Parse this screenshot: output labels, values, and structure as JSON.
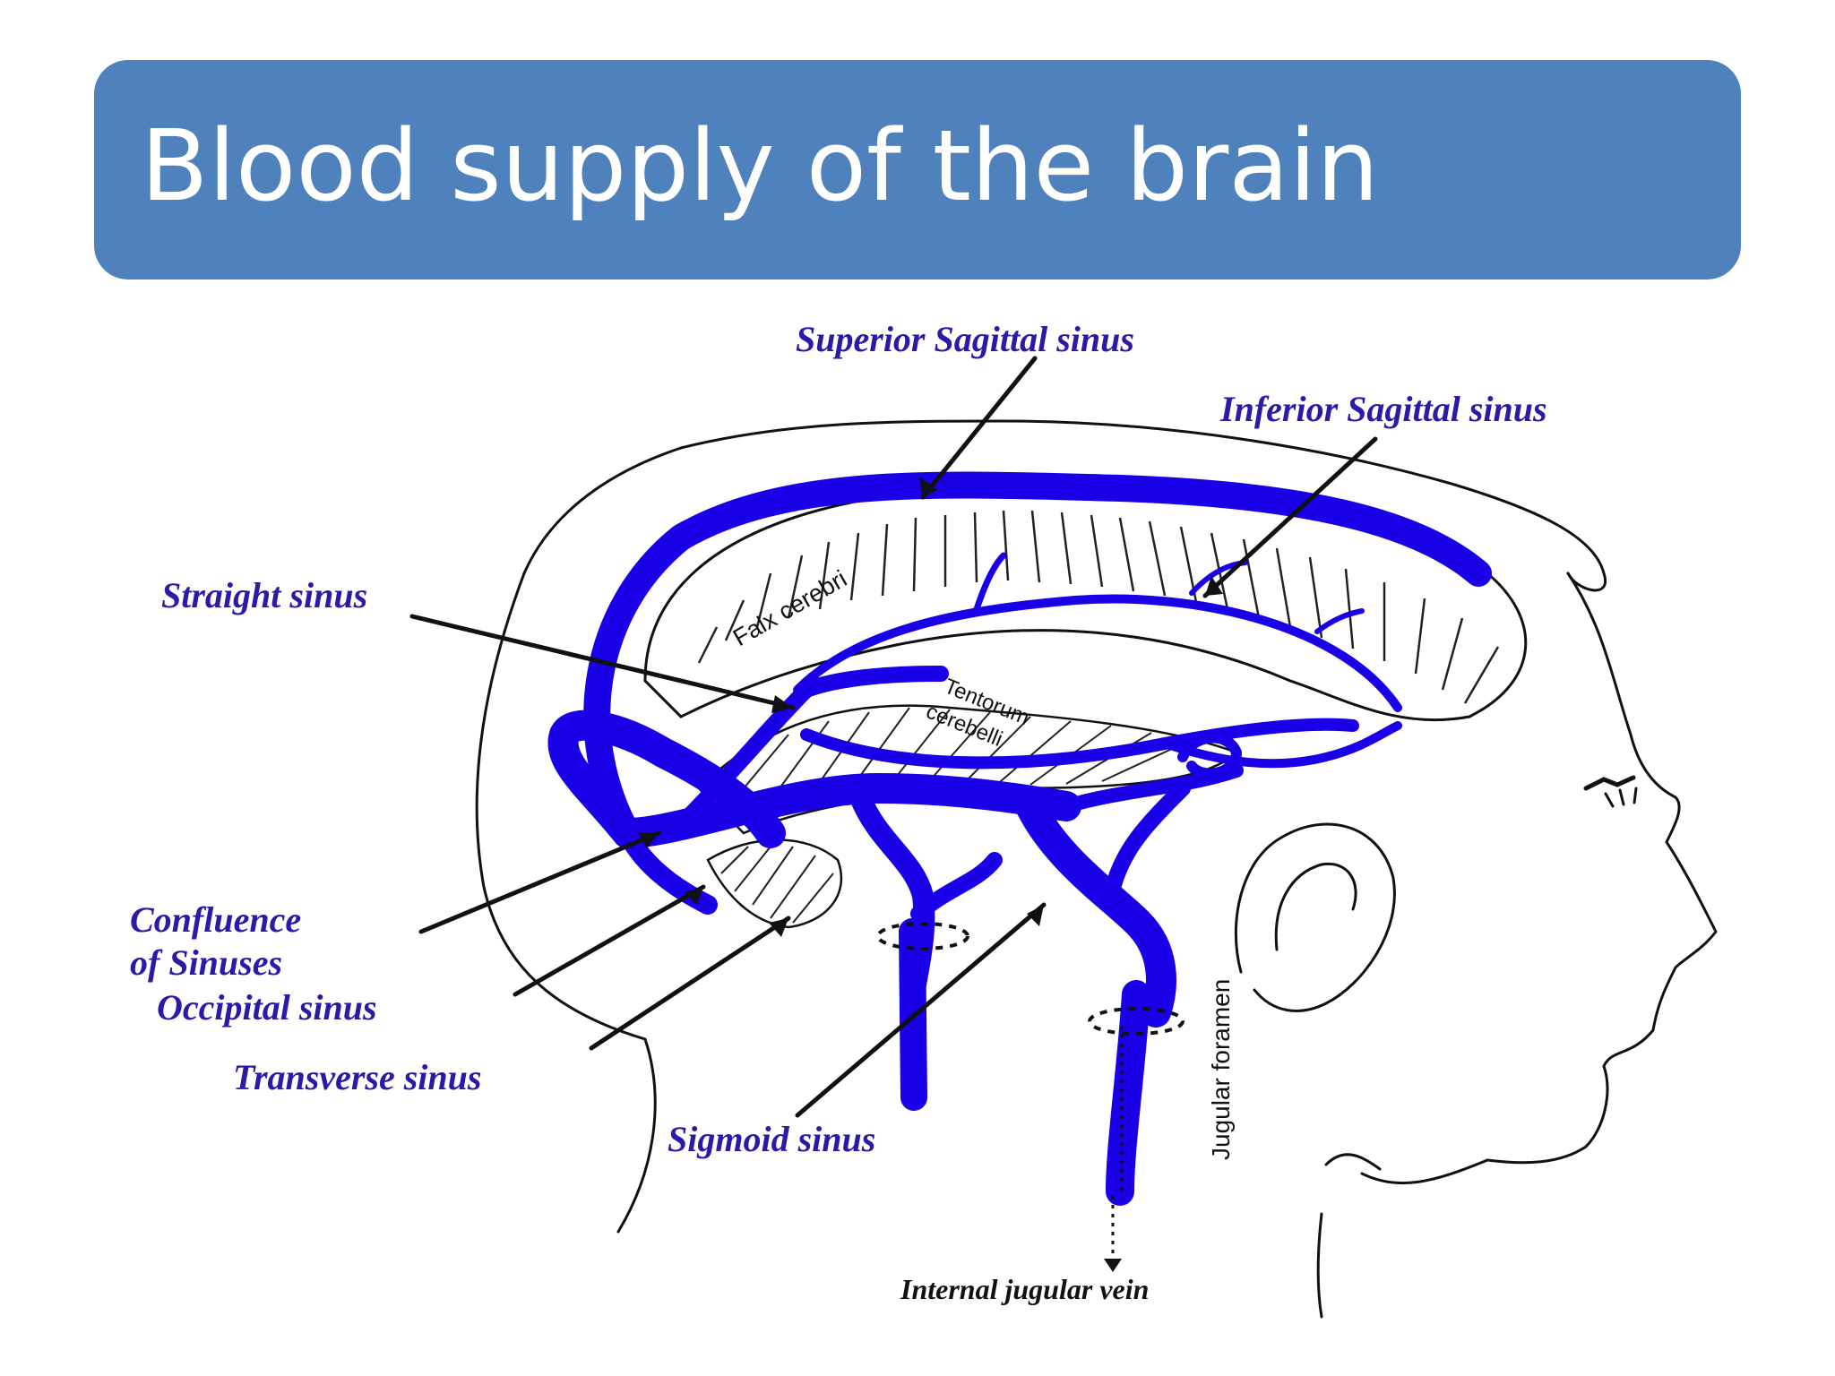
{
  "slide": {
    "title": "Blood supply of the brain",
    "title_bar_color": "#4f81bd"
  },
  "diagram": {
    "vessel_color": "#1a00e6",
    "label_color": "#2a1aa8",
    "labels": {
      "superior_sagittal": "Superior Sagittal sinus",
      "inferior_sagittal": "Inferior Sagittal sinus",
      "straight": "Straight sinus",
      "confluence_line1": "Confluence",
      "confluence_line2": "of Sinuses",
      "occipital": "Occipital sinus",
      "transverse": "Transverse sinus",
      "sigmoid": "Sigmoid sinus",
      "internal_jugular": "Internal jugular vein",
      "jugular_foramen": "Jugular foramen",
      "falx_cerebri": "Falx cerebri",
      "tentorium_line1": "Tentorum",
      "tentorium_line2": "cerebelli"
    }
  }
}
